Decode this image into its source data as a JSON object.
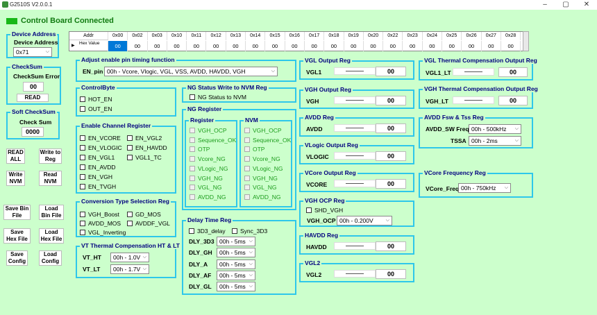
{
  "window": {
    "title": "G2510S V2.0.0.1",
    "min": "–",
    "max": "▢",
    "close": "✕"
  },
  "status": {
    "text": "Control Board Connected",
    "led_color": "#18b818"
  },
  "device_address": {
    "title": "Device Address",
    "label": "Device Address",
    "value": "0x71"
  },
  "checksum": {
    "title": "CheckSum",
    "label": "CheckSum Error",
    "value": "00",
    "read": "READ"
  },
  "soft_checksum": {
    "title": "Soft CheckSum",
    "label": "Check Sum",
    "value": "0000"
  },
  "left_buttons": [
    "READ\nALL",
    "Write to\nReg",
    "Write\nNVM",
    "Read\nNVM",
    "Save Bin\nFile",
    "Load\nBin File",
    "Save\nHex File",
    "Load\nHex File",
    "Save\nConfig",
    "Load\nConfig"
  ],
  "grid": {
    "row_header": "Addr",
    "row_value": "Hex Value",
    "addrs": [
      "0x00",
      "0x02",
      "0x03",
      "0x10",
      "0x11",
      "0x12",
      "0x13",
      "0x14",
      "0x15",
      "0x16",
      "0x17",
      "0x18",
      "0x19",
      "0x20",
      "0x22",
      "0x23",
      "0x24",
      "0x25",
      "0x26",
      "0x27",
      "0x28"
    ],
    "values": [
      "00",
      "00",
      "00",
      "00",
      "00",
      "00",
      "00",
      "00",
      "00",
      "00",
      "00",
      "00",
      "00",
      "00",
      "00",
      "00",
      "00",
      "00",
      "00",
      "00",
      "00"
    ]
  },
  "pin_timing": {
    "title": "Adjust enable pin timing function",
    "label": "EN_pin",
    "value": "00h - Vcore, Vlogic, VGL, VSS, AVDD, HAVDD, VGH"
  },
  "control_byte": {
    "title": "ControlByte",
    "items": [
      "HOT_EN",
      "OUT_EN"
    ]
  },
  "enable_channel": {
    "title": "Enable Channel Register",
    "items": [
      "EN_VCORE",
      "EN_VGL2",
      "EN_VLOGIC",
      "EN_HAVDD",
      "EN_VGL1",
      "VGL1_TC",
      "EN_AVDD",
      "EN_VGH",
      "EN_TVGH"
    ]
  },
  "conversion": {
    "title": "Conversion Type Selection Reg",
    "items": [
      "VGH_Boost",
      "GD_MOS",
      "AVDD_MOS",
      "AVDDF_VGL",
      "VGL_Inverting"
    ]
  },
  "vt_thermal": {
    "title": "VT Thermal Compensation HT & LT",
    "ht_label": "VT_HT",
    "ht_value": "00h - 1.0V",
    "lt_label": "VT_LT",
    "lt_value": "00h - 1.7V"
  },
  "ng_status": {
    "title": "NG Status Write to NVM Reg",
    "item": "NG Status to NVM"
  },
  "ng_register": {
    "title": "NG Register",
    "reg_title": "Register",
    "nvm_title": "NVM",
    "items": [
      "VGH_OCP",
      "Sequence_OK",
      "OTP",
      "Vcore_NG",
      "VLogic_NG",
      "VGH_NG",
      "VGL_NG",
      "AVDD_NG"
    ]
  },
  "delay_time": {
    "title": "Delay Time Reg",
    "cb1": "3D3_delay",
    "cb2": "Sync_3D3",
    "rows": [
      {
        "label": "DLY_3D3",
        "value": "00h - 5ms"
      },
      {
        "label": "DLY_GH",
        "value": "00h - 5ms"
      },
      {
        "label": "DLY_A",
        "value": "00h - 5ms"
      },
      {
        "label": "DLY_AF",
        "value": "00h - 5ms"
      },
      {
        "label": "DLY_GL",
        "value": "00h - 5ms"
      }
    ]
  },
  "regs": [
    {
      "title": "VGL Output Reg",
      "label": "VGL1",
      "value": "00"
    },
    {
      "title": "VGH Output Reg",
      "label": "VGH",
      "value": "00"
    },
    {
      "title": "AVDD Reg",
      "label": "AVDD",
      "value": "00"
    },
    {
      "title": "VLogic Output Reg",
      "label": "VLOGIC",
      "value": "00"
    },
    {
      "title": "VCore Output Reg",
      "label": "VCORE",
      "value": "00"
    },
    {
      "title": "HAVDD Reg",
      "label": "HAVDD",
      "value": "00"
    },
    {
      "title": "VGL2",
      "label": "VGL2",
      "value": "00"
    }
  ],
  "vgh_ocp": {
    "title": "VGH OCP Reg",
    "cb": "SHD_VGH",
    "label": "VGH_OCP",
    "value": "00h - 0.200V"
  },
  "vgl_thermal": {
    "title": "VGL Thermal Compensation  Output Reg",
    "label": "VGL1_LT",
    "value": "00"
  },
  "vgh_thermal": {
    "title": "VGH Thermal Compensation  Output Reg",
    "label": "VGH_LT",
    "value": "00"
  },
  "avdd_fsw": {
    "title": "AVDD Fsw & Tss Reg",
    "fsw_label": "AVDD_SW Freq",
    "fsw_value": "00h - 500kHz",
    "tss_label": "TSSA",
    "tss_value": "00h - 2ms"
  },
  "vcore_freq": {
    "title": "VCore Frequency Reg",
    "label": "VCore_Freq",
    "value": "00h - 750kHz"
  }
}
